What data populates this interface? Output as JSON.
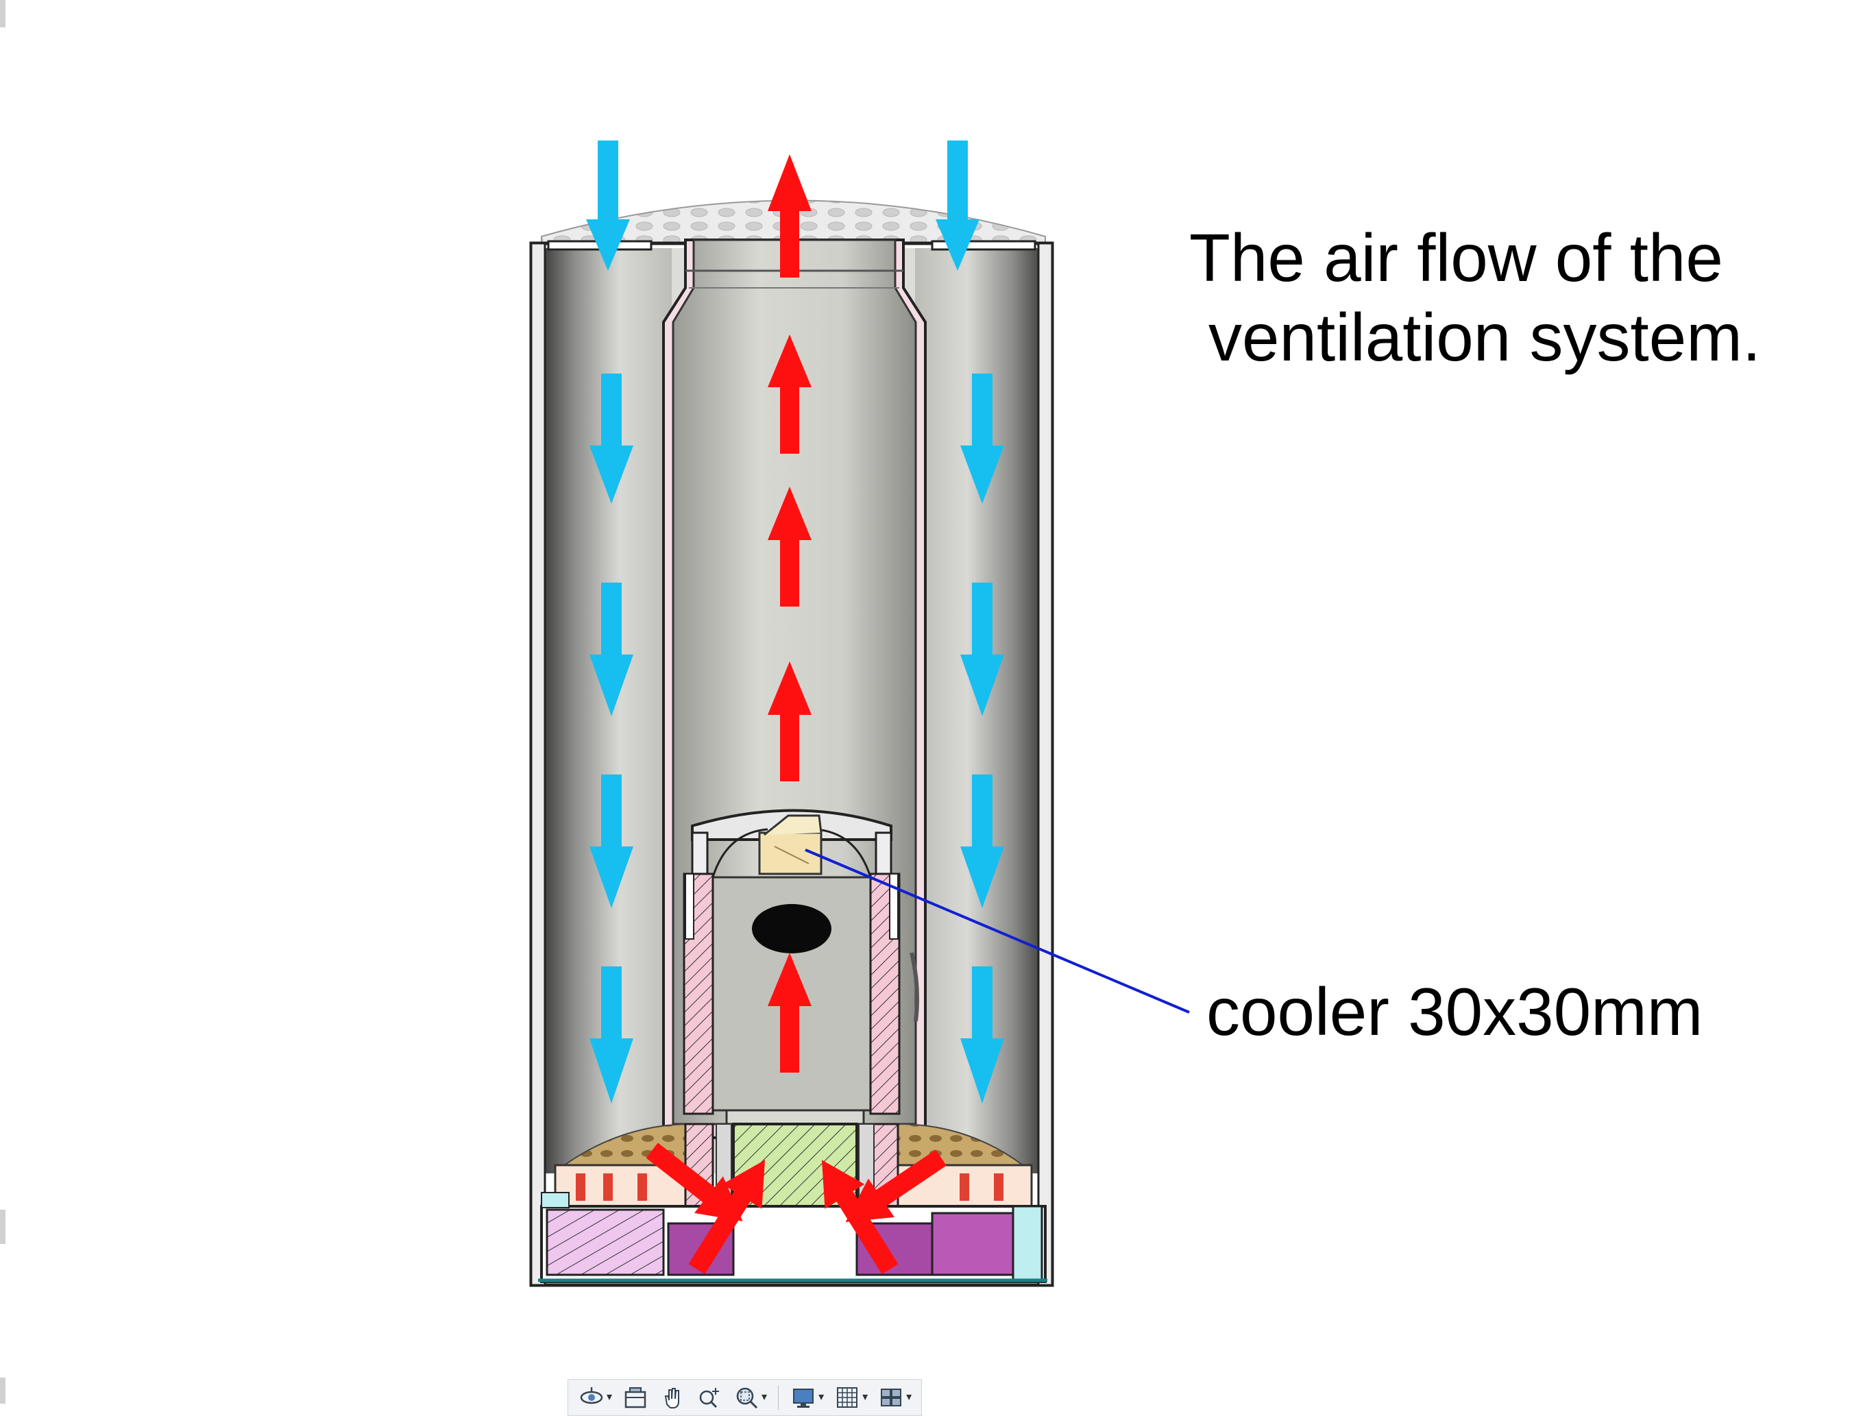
{
  "title": {
    "line1": "The air flow of the",
    "line2": "ventilation system."
  },
  "callout": {
    "label": "cooler 30x30mm"
  },
  "colors": {
    "intake_arrow": "#16bff0",
    "exhaust_arrow": "#ff1010",
    "leader_line": "#1020d0",
    "cooler": "#f3e2b0",
    "hatch_pink": "#f2b8cc",
    "hatch_green": "#c8e6a0",
    "hatch_violet": "#ecc0ea",
    "base_purple": "#a64aa6"
  },
  "toolbar": {
    "buttons": [
      {
        "name": "orbit",
        "icon": "orbit-icon",
        "dropdown": true
      },
      {
        "name": "look-at",
        "icon": "look-at-icon",
        "dropdown": false
      },
      {
        "name": "pan",
        "icon": "pan-hand-icon",
        "dropdown": false
      },
      {
        "name": "zoom",
        "icon": "zoom-icon",
        "dropdown": false
      },
      {
        "name": "zoom-window",
        "icon": "zoom-window-icon",
        "dropdown": true
      },
      {
        "name": "display-settings",
        "icon": "display-icon",
        "dropdown": true
      },
      {
        "name": "grid",
        "icon": "grid-icon",
        "dropdown": true
      },
      {
        "name": "viewports",
        "icon": "viewports-icon",
        "dropdown": true
      }
    ]
  }
}
